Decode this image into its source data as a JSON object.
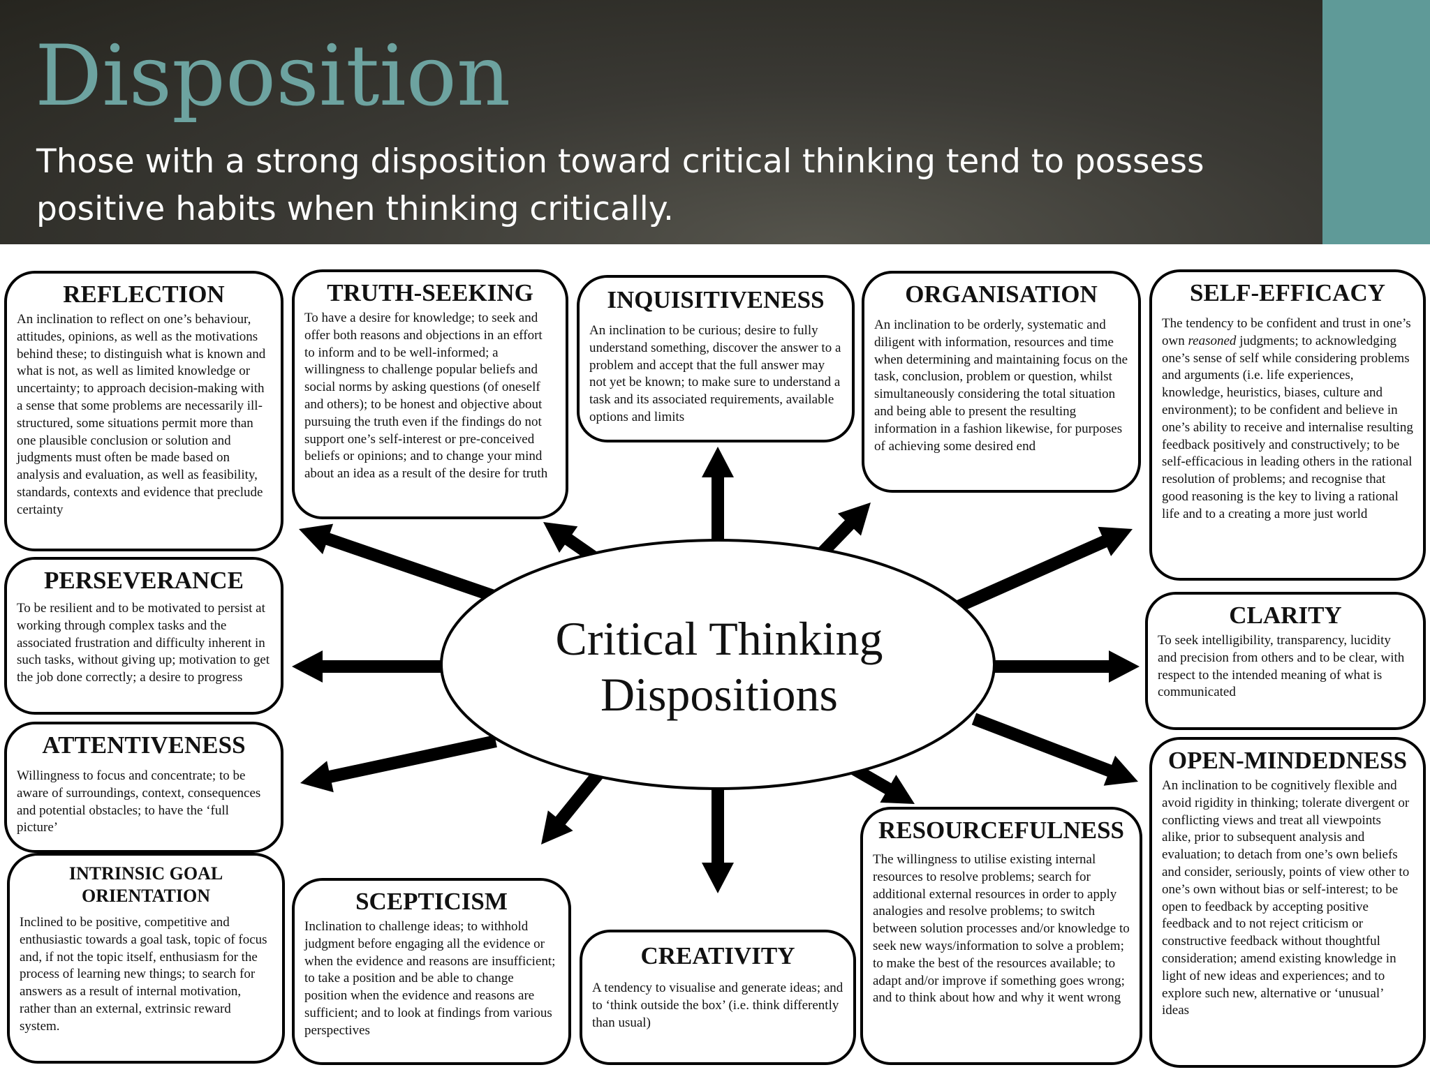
{
  "slide": {
    "title": "Disposition",
    "subtitle": "Those with a strong disposition toward critical thinking tend to possess positive habits when thinking critically."
  },
  "colors": {
    "header_dark": "#2d2c27",
    "accent": "#5f9a98",
    "title_text": "#6da3a0"
  },
  "diagram": {
    "center": "Critical Thinking Dispositions",
    "boxes": {
      "reflection": {
        "title": "REFLECTION",
        "text": "An inclination to reflect on one’s behaviour, attitudes, opinions, as well as the motivations behind these; to distinguish what is known and what is not, as well as limited knowledge or uncertainty; to approach decision-making with a sense that some problems are necessarily ill-structured, some situations permit more than one plausible conclusion or solution and judgments must often be made based on analysis and evaluation, as well as feasibility, standards, contexts and evidence that preclude certainty"
      },
      "truth_seeking": {
        "title": "TRUTH-SEEKING",
        "text": "To have a desire for knowledge; to seek and offer both reasons and objections in an effort to inform and to be well-informed; a willingness to challenge popular beliefs and social norms by asking questions (of oneself and others); to be honest and objective about pursuing the truth even if the findings do not support one’s self-interest or pre-conceived beliefs or opinions; and to change your mind about an idea as a result of the desire for truth"
      },
      "inquisitiveness": {
        "title": "INQUISITIVENESS",
        "text": "An inclination to be curious; desire to fully understand something, discover the answer to a problem and accept that the full answer may not yet be known; to make sure to understand a task and its associated requirements, available options and limits"
      },
      "organisation": {
        "title": "ORGANISATION",
        "text": "An inclination to be orderly, systematic and diligent with information, resources and time when determining and maintaining focus on the task, conclusion, problem or question, whilst simultaneously considering the total situation and being able to present the resulting information in a fashion likewise, for purposes of achieving some desired end"
      },
      "self_efficacy": {
        "title": "SELF-EFFICACY",
        "text_before": "The tendency to be confident and trust in one’s own ",
        "text_em": "reasoned",
        "text_after": " judgments; to acknowledging one’s sense of self while considering problems and arguments (i.e. life experiences, knowledge, heuristics, biases, culture and environment); to be confident and believe in one’s ability to receive and internalise resulting feedback positively and constructively; to be self-efficacious in leading others in the rational resolution of problems; and recognise that good reasoning is the key to living a rational life and to a creating a more just world"
      },
      "perseverance": {
        "title": "PERSEVERANCE",
        "text": "To be resilient and to be motivated to persist at working through complex tasks and the associated frustration and difficulty inherent in such tasks, without giving up; motivation to get the job done correctly; a desire to progress"
      },
      "clarity": {
        "title": "CLARITY",
        "text": "To seek intelligibility, transparency, lucidity and precision from others and to be clear, with respect to the intended meaning of what is communicated"
      },
      "attentiveness": {
        "title": "ATTENTIVENESS",
        "text": "Willingness to focus and concentrate; to be aware of surroundings, context, consequences and potential obstacles; to have the ‘full picture’"
      },
      "open_mindedness": {
        "title": "OPEN-MINDEDNESS",
        "text": "An inclination to be cognitively flexible and avoid rigidity in thinking; tolerate divergent or conflicting views and treat all viewpoints alike, prior to subsequent analysis and evaluation; to detach from one’s own beliefs and consider, seriously, points of view other to one’s own without bias or self-interest; to be open to feedback by accepting positive feedback and to not reject criticism or constructive feedback without thoughtful consideration; amend existing knowledge in light of new ideas and experiences; and to explore such new, alternative or ‘unusual’ ideas"
      },
      "intrinsic_goal": {
        "title_line1": "INTRINSIC GOAL",
        "title_line2": "ORIENTATION",
        "text": "Inclined to be positive, competitive and enthusiastic towards a goal task, topic of focus and, if not the topic itself, enthusiasm for the process of learning new things; to search for answers as a result of internal motivation, rather than an external, extrinsic reward system."
      },
      "scepticism": {
        "title": "SCEPTICISM",
        "text": "Inclination to challenge ideas; to withhold judgment before engaging all the evidence or when the evidence and reasons are insufficient; to take a position and be able to change position when the evidence and reasons are sufficient; and to look at findings from various perspectives"
      },
      "creativity": {
        "title": "CREATIVITY",
        "text": "A tendency to visualise and generate ideas; and to ‘think outside the box’ (i.e. think differently than usual)"
      },
      "resourcefulness": {
        "title": "RESOURCEFULNESS",
        "text": "The willingness to utilise existing internal resources to resolve problems; search for additional external resources in order to apply analogies and resolve problems; to switch between solution processes and/or knowledge to seek new ways/information to solve a problem; to make the best of the resources available; to adapt and/or improve if something goes wrong; and to think about how and why it went wrong"
      }
    }
  }
}
